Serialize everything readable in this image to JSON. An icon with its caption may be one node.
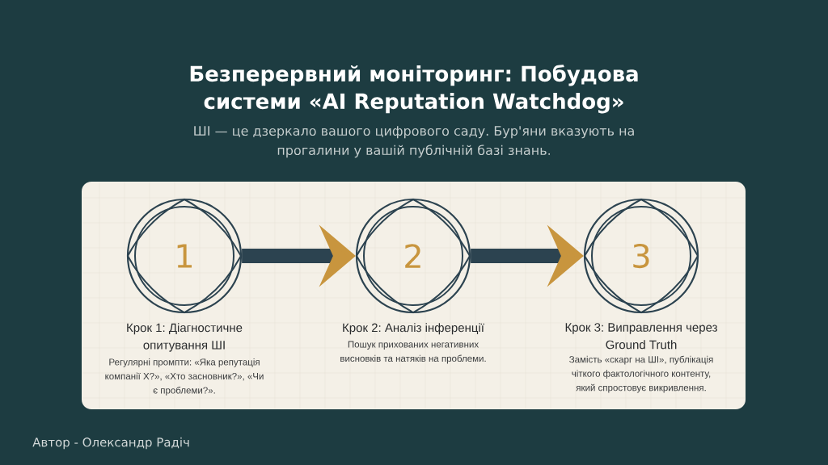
{
  "diagram": {
    "title": "Безперервний моніторинг: Побудова системи «AI Reputation Watchdog»",
    "nodes": [
      {
        "text": [
          "1"
        ],
        "beside": [
          "Крок 1: Діагностичне опитування ШІ",
          "Регулярні промпти: «Яка репутація компанії Х?», «Хто засновник?», «Чи є проблеми?»."
        ]
      },
      {
        "text": [
          "2"
        ],
        "beside": [
          "Крок 2: Аналіз інференції",
          "Пошук прихованих негативних висновків та натяків на проблеми."
        ]
      },
      {
        "text": [
          "3"
        ],
        "beside": [
          "Крок 3: Виправлення через Ground Truth",
          "Замість «скарг на ШІ», публікація чіткого фактологічного контенту, який спростовує викривлення."
        ]
      }
    ],
    "edges": [
      {
        "from": 0,
        "to": 1,
        "arrow": "to"
      },
      {
        "from": 1,
        "to": 2,
        "arrow": "to"
      }
    ],
    "labels": [
      "ШІ — це дзеркало вашого цифрового саду. Бур'яни вказують на прогалини у вашій публічній базі знань.",
      "Автор - Олександр Радіч"
    ]
  }
}
